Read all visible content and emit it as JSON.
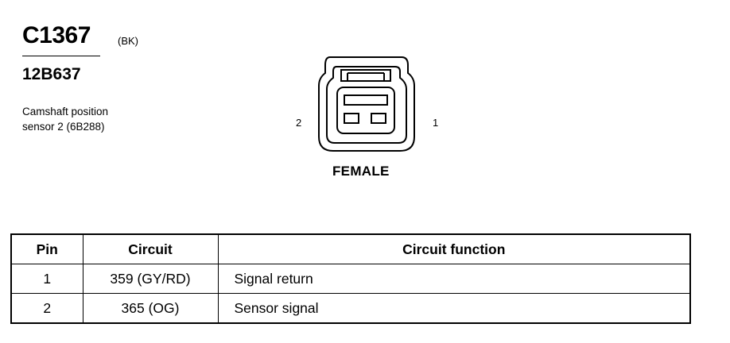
{
  "connector": {
    "id": "C1367",
    "color_code": "(BK)",
    "part_number": "12B637",
    "description_line1": "Camshaft position",
    "description_line2": "sensor 2 (6B288)"
  },
  "diagram": {
    "pin_left": "2",
    "pin_right": "1",
    "gender": "FEMALE"
  },
  "table": {
    "headers": [
      "Pin",
      "Circuit",
      "Circuit function"
    ],
    "rows": [
      {
        "pin": "1",
        "circuit": "359 (GY/RD)",
        "function": "Signal return"
      },
      {
        "pin": "2",
        "circuit": "365 (OG)",
        "function": "Sensor signal"
      }
    ]
  }
}
